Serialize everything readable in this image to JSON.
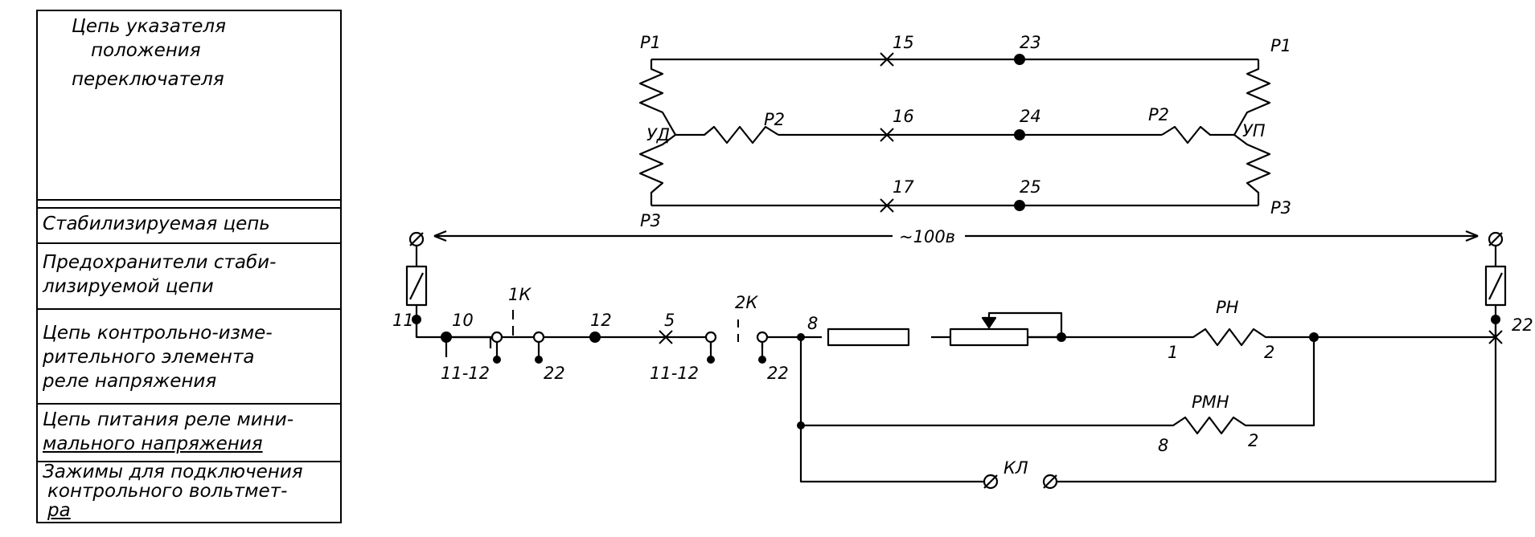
{
  "legend": {
    "rows": [
      {
        "lines": [
          "Цепь   указателя",
          "положения",
          "переключателя"
        ]
      },
      {
        "lines": []
      },
      {
        "lines": [
          "Стабилизируемая  цепь"
        ]
      },
      {
        "lines": [
          "Предохранители  стаби-",
          "лизируемой    цепи"
        ]
      },
      {
        "lines": [
          "Цепь  контрольно-изме-",
          "рительного элемента",
          "реле  напряжения"
        ]
      },
      {
        "lines": [
          "Цепь питания реле мини-",
          "мального  напряжения"
        ]
      },
      {
        "lines": [
          "Зажимы для подключения",
          "контрольного вольтмет-",
          "ра"
        ]
      }
    ]
  },
  "position_indicator": {
    "p1_left": "Р1",
    "p1_right": "Р1",
    "p2_left": "Р2",
    "p2_right": "Р2",
    "p3_left": "Р3",
    "p3_right": "Р3",
    "ud": "УД",
    "up": "УП",
    "n15": "15",
    "n16": "16",
    "n17": "17",
    "n23": "23",
    "n24": "24",
    "n25": "25"
  },
  "supply": {
    "label": "~100в"
  },
  "main_circuit": {
    "n11": "11",
    "n10": "10",
    "n11_12a": "11-12",
    "sep1": "1К",
    "n22a": "22",
    "n12": "12",
    "n5": "5",
    "n11_12b": "11-12",
    "sep2": "2К",
    "n22b": "22",
    "n8": "8",
    "rn": "РН",
    "rn_1": "1",
    "rn_2": "2",
    "n22c": "22",
    "rmn": "РМН",
    "rmn_8": "8",
    "rmn_2": "2",
    "kl": "КЛ"
  }
}
